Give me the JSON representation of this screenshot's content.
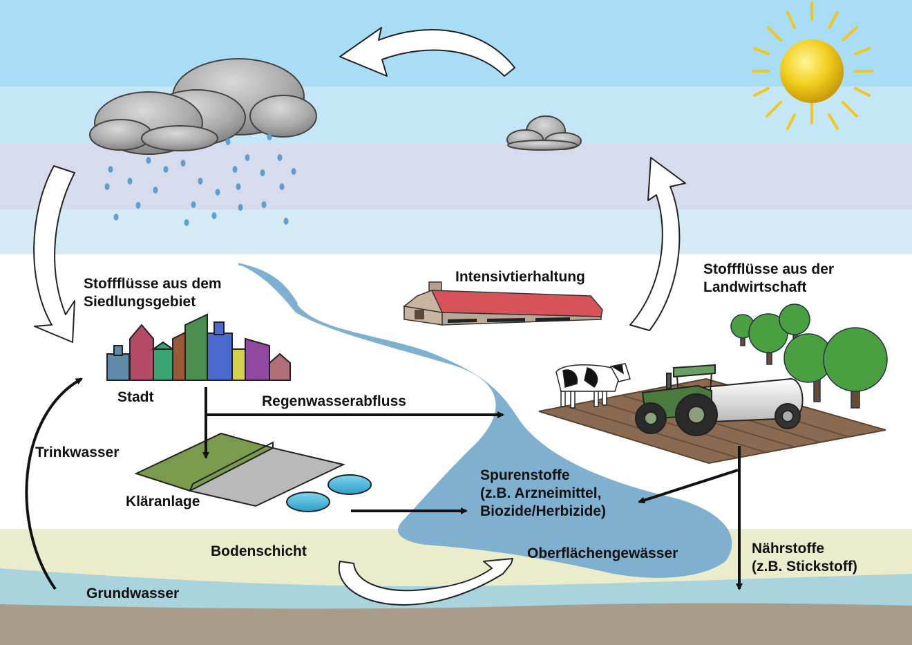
{
  "labels": {
    "siedlung_line1": "Stoffflüsse aus dem",
    "siedlung_line2": "Siedlungsgebiet",
    "landwirtschaft_line1": "Stoffflüsse aus der",
    "landwirtschaft_line2": "Landwirtschaft",
    "intensivtierhaltung": "Intensivtierhaltung",
    "stadt": "Stadt",
    "regenwasserabfluss": "Regenwasserabfluss",
    "trinkwasser": "Trinkwasser",
    "klaeranlage": "Kläranlage",
    "spurenstoffe_line1": "Spurenstoffe",
    "spurenstoffe_line2": "(z.B. Arzneimittel,",
    "spurenstoffe_line3": "Biozide/Herbizide)",
    "bodenschicht": "Bodenschicht",
    "oberflaechengewaesser": "Oberflächengewässer",
    "naehrstoffe_line1": "Nährstoffe",
    "naehrstoffe_line2": "(z.B. Stickstoff)",
    "grundwasser": "Grundwasser"
  },
  "colors": {
    "sky_top": "#a9dcf5",
    "sky_band": "#c4e6f7",
    "sky_haze": "#d6dced",
    "water": "#7fb0cf",
    "soil": "#ebeccb",
    "groundwater": "#a9d3dd",
    "bedrock": "#a79d88",
    "arrow": "#111111"
  }
}
